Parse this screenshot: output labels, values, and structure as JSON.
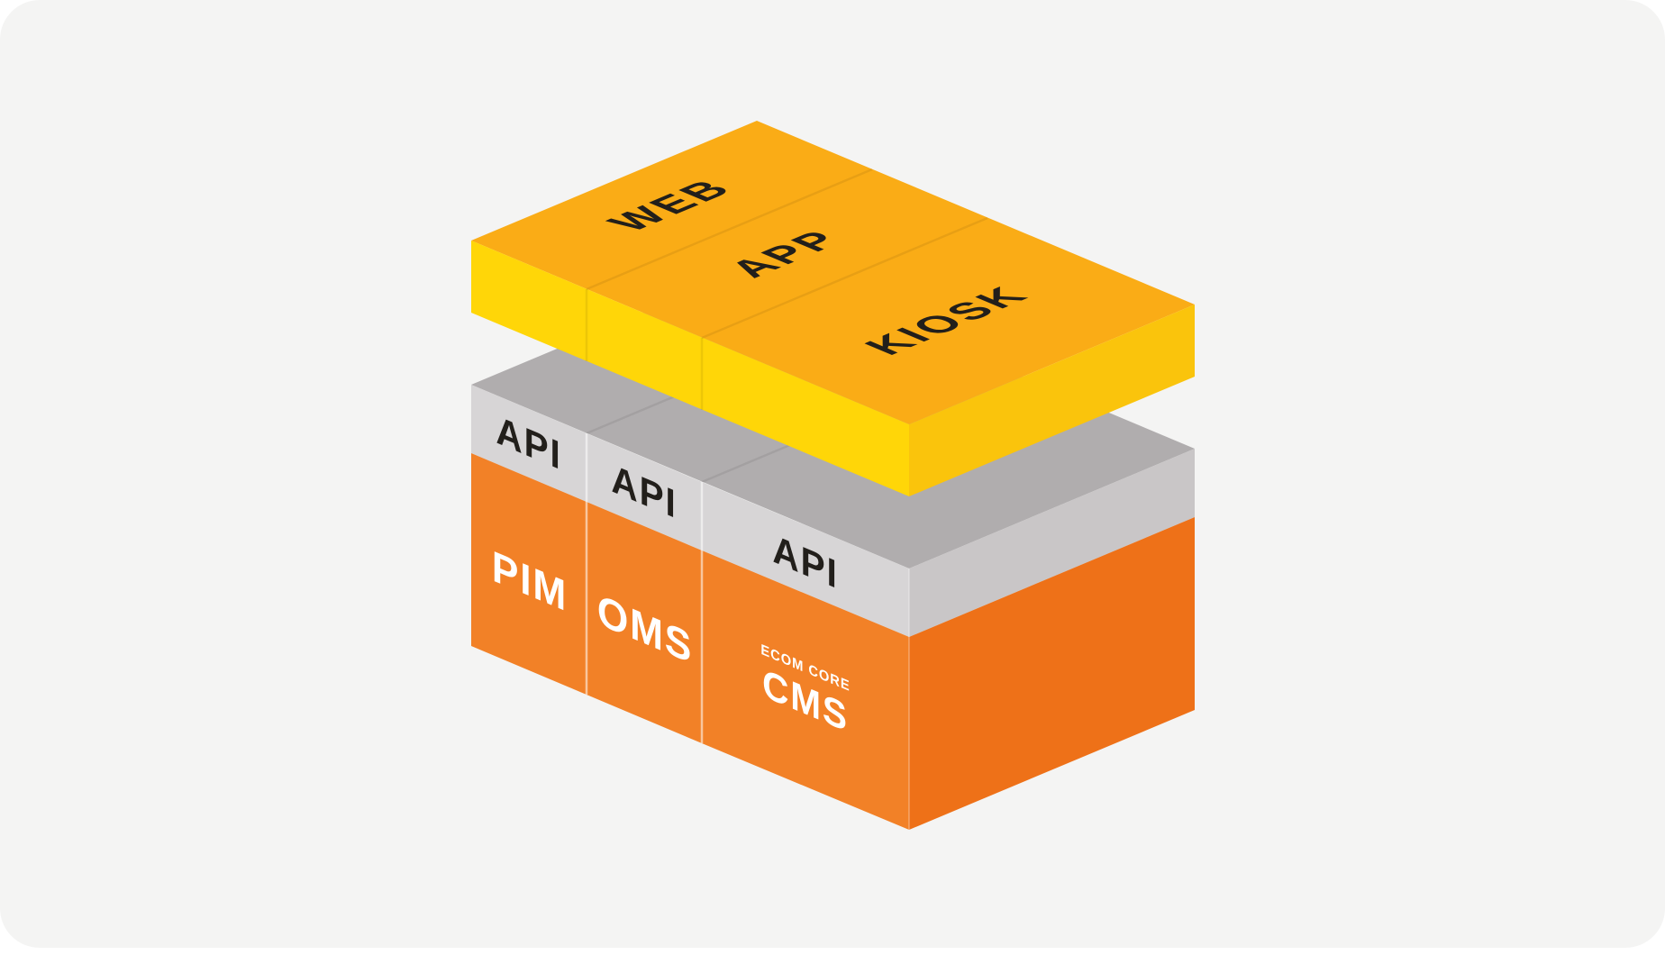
{
  "colors": {
    "page_bg": "#FFFFFF",
    "card_bg": "#F4F4F3",
    "slab_top": "#FAAC16",
    "slab_front": "#FFD608",
    "slab_side": "#FAC40C",
    "gray_top": "#B0ADAE",
    "gray_front": "#D7D5D6",
    "gray_side": "#C9C6C7",
    "orange_front": "#F28127",
    "orange_side": "#EE7118",
    "label_dark": "#221F1B",
    "label_light": "#FFFFFF"
  },
  "top_layer": {
    "sections": [
      {
        "label": "WEB"
      },
      {
        "label": "APP"
      },
      {
        "label": "KIOSK"
      }
    ]
  },
  "api_layer": {
    "labels": [
      "API",
      "API",
      "API"
    ]
  },
  "core_layer": {
    "sections": [
      {
        "label": "PIM"
      },
      {
        "label": "OMS"
      },
      {
        "label": "CMS",
        "sublabel": "ECOM CORE"
      }
    ]
  }
}
